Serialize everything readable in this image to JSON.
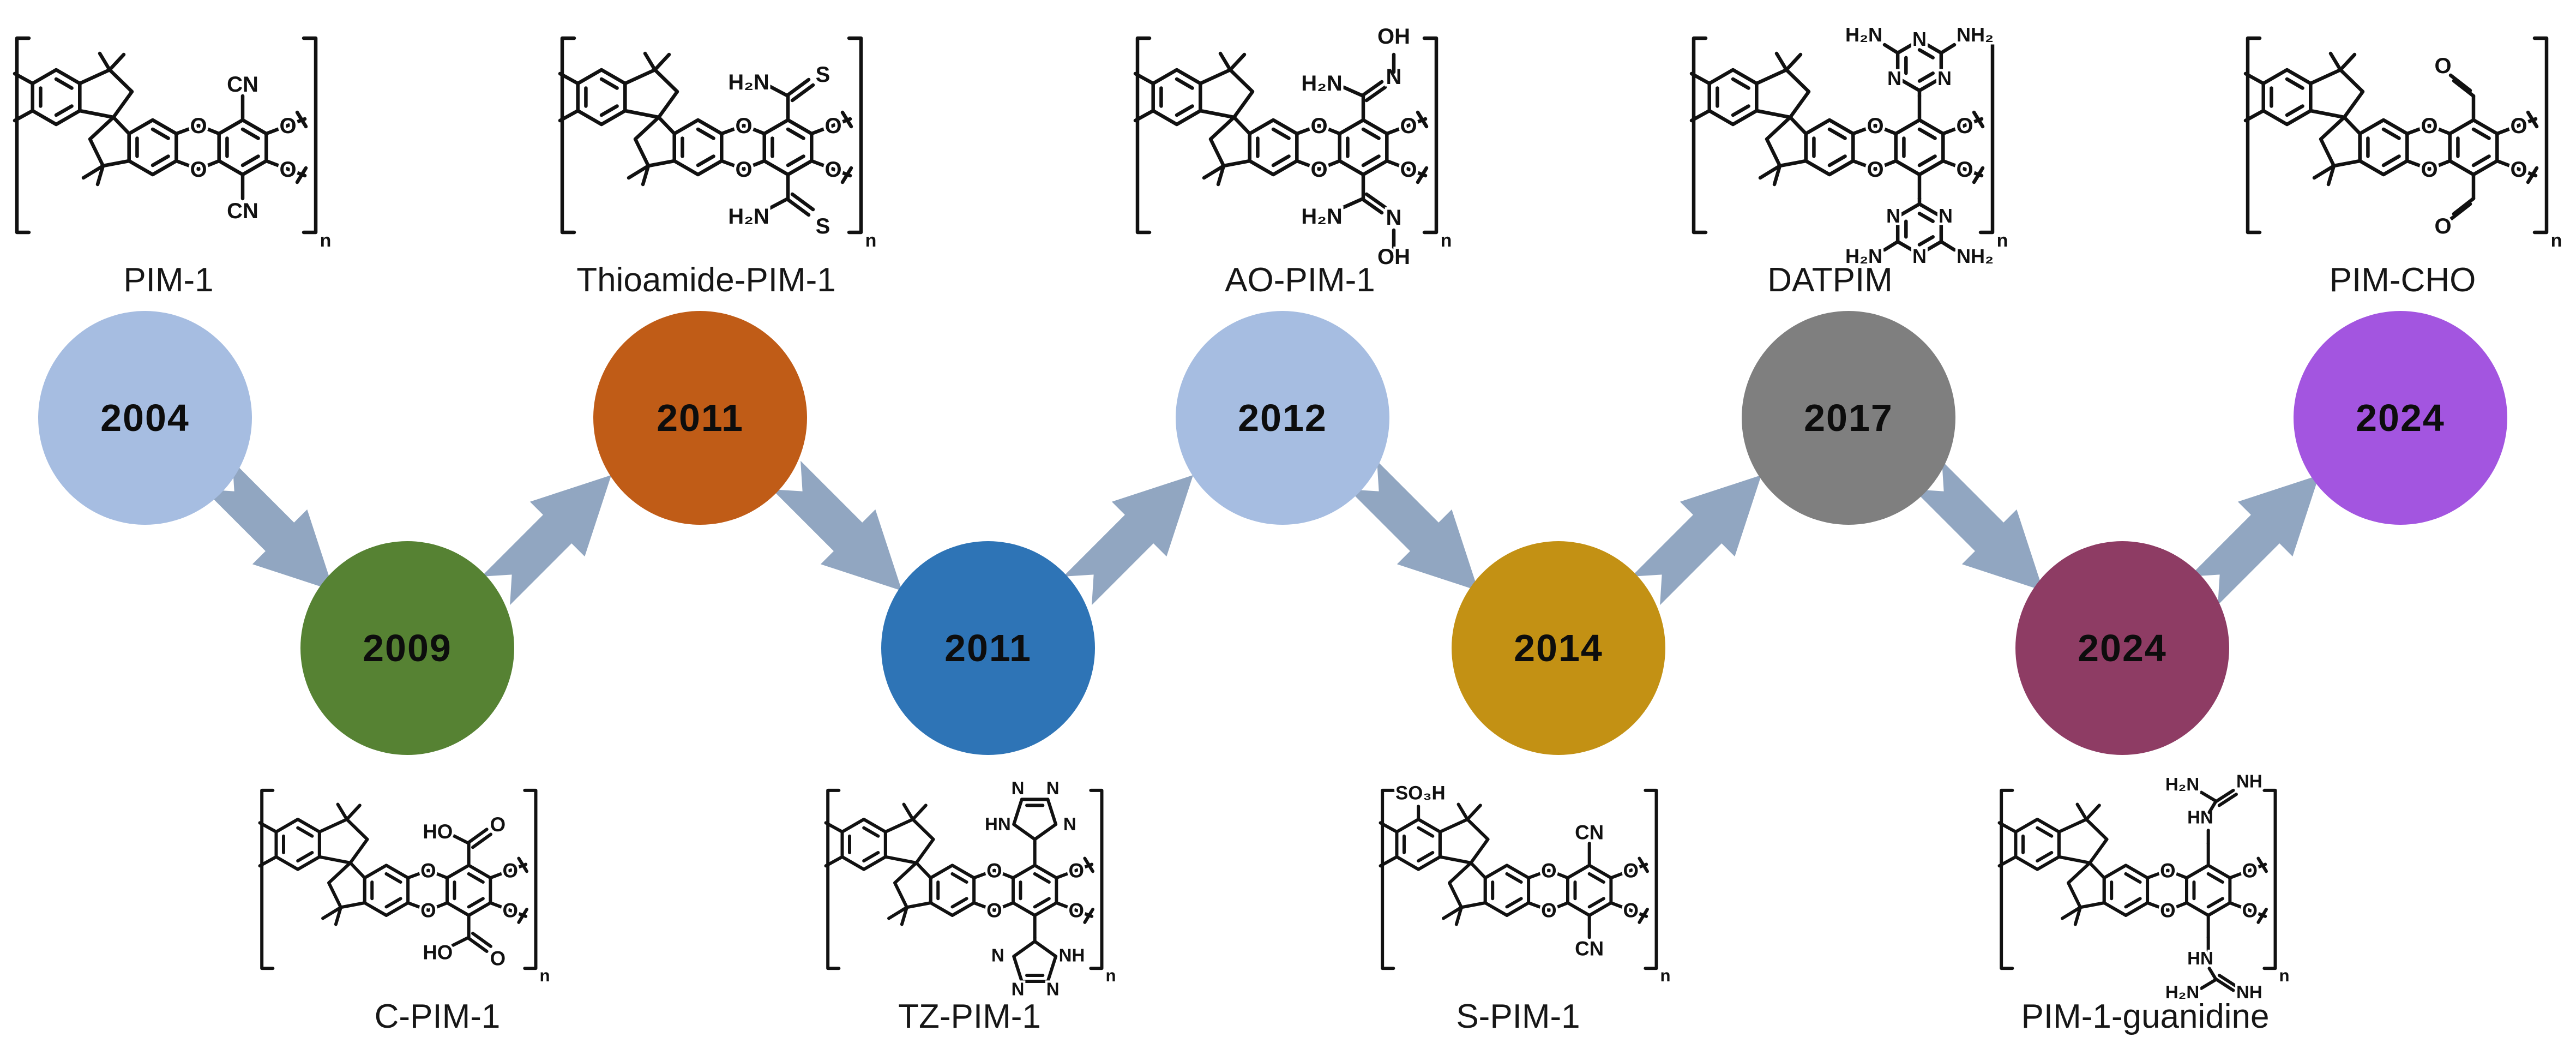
{
  "diagram": {
    "background_color": "#ffffff",
    "arrow_color": "#91a6c1",
    "year_text_color": "#0d0d0d",
    "name_text_color": "#161616",
    "repeat_label": "n",
    "oxygen_label": "O",
    "nodes": [
      {
        "name": "PIM-1",
        "year": "2004",
        "circle_color": "#a6bde1",
        "structure_position": "above",
        "substituent_kind": "nitrile",
        "substituent_labels": {
          "top": [
            "CN"
          ],
          "bottom": [
            "CN"
          ]
        }
      },
      {
        "name": "C-PIM-1",
        "year": "2009",
        "circle_color": "#568233",
        "structure_position": "below",
        "substituent_kind": "carboxyl",
        "substituent_labels": {
          "top": [
            "HO",
            "O"
          ],
          "bottom": [
            "HO",
            "O"
          ]
        }
      },
      {
        "name": "Thioamide-PIM-1",
        "year": "2011",
        "circle_color": "#c05c17",
        "structure_position": "above",
        "substituent_kind": "thioamide",
        "substituent_labels": {
          "top": [
            "H₂N",
            "S"
          ],
          "bottom": [
            "H₂N",
            "S"
          ]
        }
      },
      {
        "name": "TZ-PIM-1",
        "year": "2011",
        "circle_color": "#2e74b6",
        "structure_position": "below",
        "substituent_kind": "tetrazole",
        "substituent_labels": {
          "top": [
            "N",
            "N",
            "HN",
            "N"
          ],
          "bottom": [
            "N",
            "N",
            "N",
            "NH"
          ]
        }
      },
      {
        "name": "AO-PIM-1",
        "year": "2012",
        "circle_color": "#a6bde1",
        "structure_position": "above",
        "substituent_kind": "amidoxime",
        "substituent_labels": {
          "top": [
            "H₂N",
            "N",
            "OH"
          ],
          "bottom": [
            "H₂N",
            "N",
            "OH"
          ]
        }
      },
      {
        "name": "S-PIM-1",
        "year": "2014",
        "circle_color": "#c39114",
        "structure_position": "below",
        "substituent_kind": "sulfo-nitrile",
        "substituent_labels": {
          "left": [
            "SO₃H"
          ],
          "top": [
            "CN"
          ],
          "bottom": [
            "CN"
          ]
        }
      },
      {
        "name": "DATPIM",
        "year": "2017",
        "circle_color": "#7f7f7f",
        "structure_position": "above",
        "substituent_kind": "triazine",
        "substituent_labels": {
          "top": [
            "H₂N",
            "NH₂",
            "N",
            "N",
            "N"
          ],
          "bottom": [
            "H₂N",
            "NH₂",
            "N",
            "N",
            "N"
          ]
        }
      },
      {
        "name": "PIM-1-guanidine",
        "year": "2024",
        "circle_color": "#8e3c64",
        "structure_position": "below",
        "substituent_kind": "guanidine",
        "substituent_labels": {
          "top": [
            "HN",
            "H₂N",
            "NH"
          ],
          "bottom": [
            "HN",
            "H₂N",
            "NH"
          ]
        }
      },
      {
        "name": "PIM-CHO",
        "year": "2024",
        "circle_color": "#a355e0",
        "structure_position": "above",
        "substituent_kind": "aldehyde",
        "substituent_labels": {
          "top": [
            "O"
          ],
          "bottom": [
            "O"
          ]
        }
      }
    ]
  }
}
